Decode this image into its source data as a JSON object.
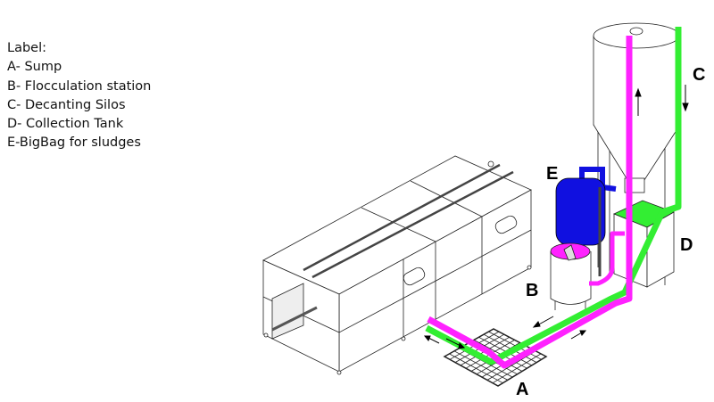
{
  "legend": {
    "title": "Label:",
    "items": [
      "A-  Sump",
      "B- Flocculation station",
      "C- Decanting Silos",
      "D- Collection Tank",
      "E-BigBag for sludges"
    ]
  },
  "callouts": {
    "a": "A",
    "b": "B",
    "c": "C",
    "d": "D",
    "e": "E"
  },
  "colors": {
    "sludge_pipe": "#ff22ff",
    "clear_water_pipe": "#33ee33",
    "bigbag": "#1010e0",
    "outline": "#222222"
  }
}
